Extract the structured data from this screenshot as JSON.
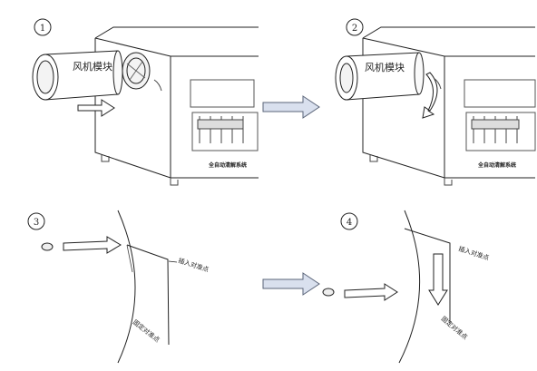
{
  "steps": [
    {
      "number": "1"
    },
    {
      "number": "2"
    },
    {
      "number": "3"
    },
    {
      "number": "4"
    }
  ],
  "labels": {
    "fan_module": "风机模块",
    "device_name": "全自动清解系统",
    "input_alignment_point": "插入对准点",
    "fixed_alignment_point": "固定对准点"
  },
  "colors": {
    "arrow_fill": "#d9e0ee",
    "arrow_stroke": "#5a6478",
    "line": "#222222"
  }
}
